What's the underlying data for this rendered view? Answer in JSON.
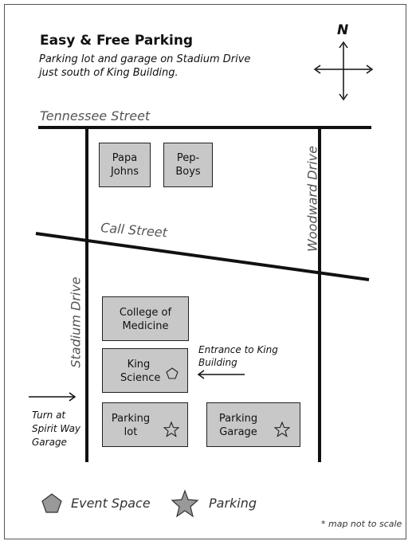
{
  "header": {
    "title": "Easy & Free Parking",
    "subtitle_line1": "Parking lot and garage on Stadium Drive",
    "subtitle_line2": "just south of King Building."
  },
  "compass": {
    "north_label": "N"
  },
  "streets": {
    "tennessee": "Tennessee Street",
    "call": "Call Street",
    "stadium": "Stadium Drive",
    "woodward": "Woodward Drive"
  },
  "buildings": {
    "papa_line1": "Papa",
    "papa_line2": "Johns",
    "pep_line1": "Pep-",
    "pep_line2": "Boys",
    "college_line1": "College of",
    "college_line2": "Medicine",
    "king_line1": "King",
    "king_line2": "Science",
    "lot_line1": "Parking",
    "lot_line2": "lot",
    "garage_line1": "Parking",
    "garage_line2": "Garage"
  },
  "annotations": {
    "entrance_line1": "Entrance to King",
    "entrance_line2": "Building",
    "turn_line1": "Turn at",
    "turn_line2": "Spirit Way",
    "turn_line3": "Garage"
  },
  "legend": {
    "event_space": "Event Space",
    "parking": "Parking"
  },
  "footnote": "* map not to scale",
  "colors": {
    "building_fill": "#c8c8c8",
    "road": "#111111",
    "street_label": "#555555"
  },
  "icons": {
    "event_space": "pentagon-icon",
    "parking": "star-icon"
  }
}
